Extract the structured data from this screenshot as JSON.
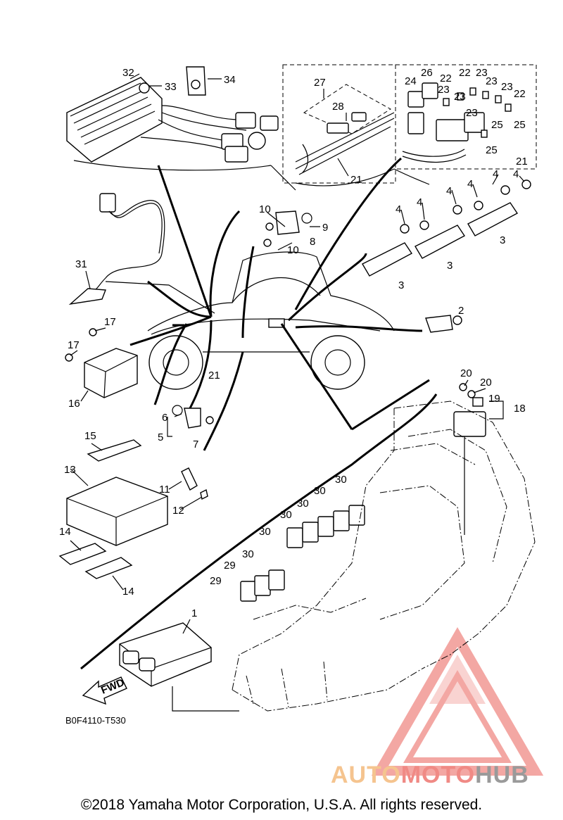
{
  "diagram": {
    "labels": {
      "l1": "1",
      "l2": "2",
      "l3a": "3",
      "l3b": "3",
      "l3c": "3",
      "l4a": "4",
      "l4b": "4",
      "l4c": "4",
      "l4d": "4",
      "l4e": "4",
      "l4f": "4",
      "l5": "5",
      "l6": "6",
      "l7": "7",
      "l8": "8",
      "l9": "9",
      "l10a": "10",
      "l10b": "10",
      "l11": "11",
      "l12": "12",
      "l13": "13",
      "l14a": "14",
      "l14b": "14",
      "l15": "15",
      "l16": "16",
      "l17a": "17",
      "l17b": "17",
      "l18": "18",
      "l19": "19",
      "l20a": "20",
      "l20b": "20",
      "l21a": "21",
      "l21b": "21",
      "l21c": "21",
      "l22a": "22",
      "l22b": "22",
      "l22c": "22",
      "l23a": "23",
      "l23b": "23",
      "l23c": "23",
      "l23d": "23",
      "l23e": "23",
      "l23f": "23",
      "l24": "24",
      "l25a": "25",
      "l25b": "25",
      "l25c": "25",
      "l26": "26",
      "l27": "27",
      "l28": "28",
      "l29a": "29",
      "l29b": "29",
      "l30a": "30",
      "l30b": "30",
      "l30c": "30",
      "l30d": "30",
      "l30e": "30",
      "l31": "31",
      "l32": "32",
      "l33": "33",
      "l34": "34"
    },
    "fwd_label": "FWD",
    "drawing_code": "B0F4110-T530",
    "copyright": "©2018 Yamaha Motor Corporation, U.S.A. All rights reserved."
  },
  "watermark": {
    "part1": "AUTO",
    "part2": "MOTO",
    "part3": "HUB",
    "colors": {
      "auto": "#f5c48f",
      "moto": "#f08a85",
      "hub": "#9a9a9a",
      "triangle": "#f08a85"
    }
  }
}
